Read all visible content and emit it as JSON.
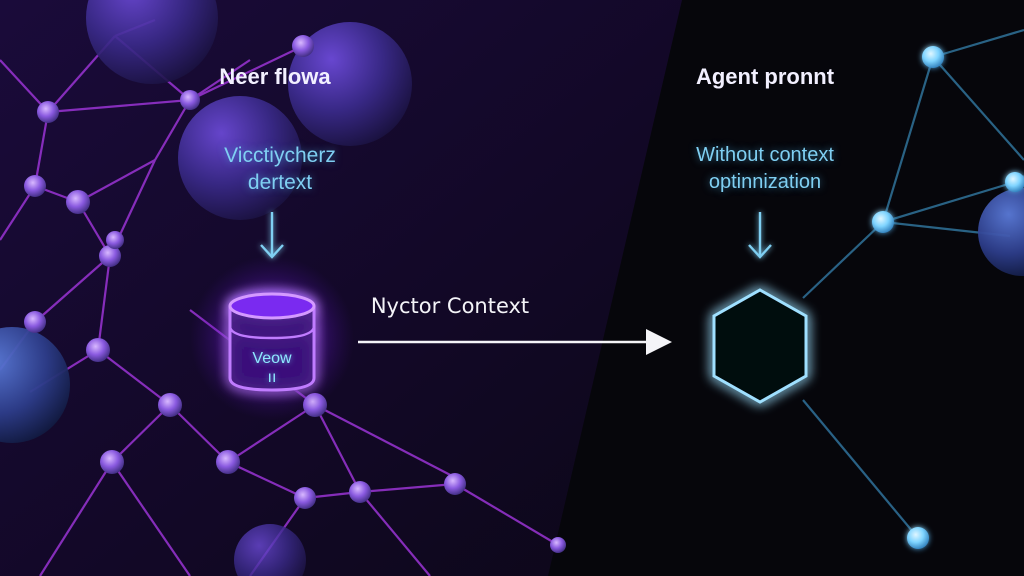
{
  "left_panel": {
    "title": "Neer flowa",
    "subtitle_line1": "Vicctiycherz",
    "subtitle_line2": "dertext",
    "store_line1": "Veow",
    "store_line2": "ıı",
    "store_icon": "database-cylinder-icon"
  },
  "connector": {
    "label": "Nyctor Context",
    "icon": "arrow-right-icon"
  },
  "right_panel": {
    "title": "Agent pronnt",
    "subtitle_line1": "Without context",
    "subtitle_line2": "optinnization",
    "node_icon": "hexagon-icon"
  },
  "colors": {
    "left_background": "#160a30",
    "right_background": "#06060b",
    "left_edges": "#9a34d4",
    "right_edges": "#2d6c92",
    "cyan_glow": "#7fcff2",
    "purple_glow": "#a23cff",
    "title_text": "#f2f0ff"
  }
}
